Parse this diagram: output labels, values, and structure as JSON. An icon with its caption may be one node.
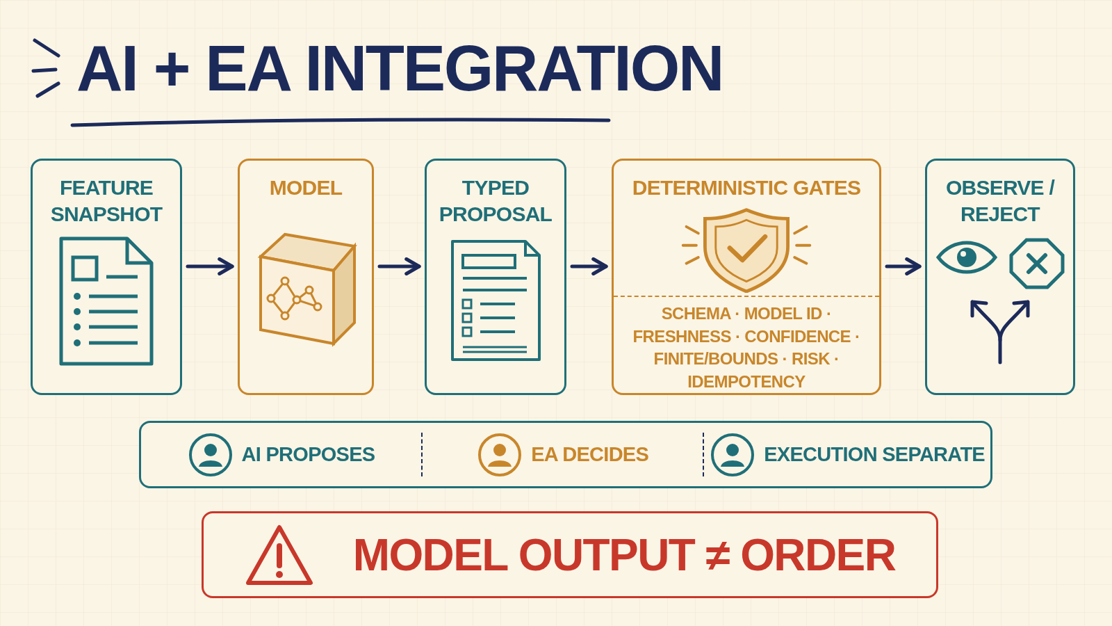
{
  "diagram": {
    "title": "AI + EA INTEGRATION",
    "nodes": [
      {
        "text": [
          "FEATURE SNAPSHOT"
        ]
      },
      {
        "text": [
          "MODEL"
        ]
      },
      {
        "text": [
          "TYPED PROPOSAL"
        ]
      },
      {
        "text": [
          "DETERMINISTIC GATES",
          "SCHEMA · MODEL ID · FRESHNESS · CONFIDENCE · FINITE/BOUNDS · RISK · IDEMPOTENCY"
        ]
      },
      {
        "text": [
          "OBSERVE / REJECT"
        ]
      },
      {
        "text": [
          "AI PROPOSES",
          "EA DECIDES",
          "EXECUTION SEPARATE"
        ]
      },
      {
        "text": [
          "MODEL OUTPUT ≠ ORDER"
        ]
      }
    ],
    "edges": [
      {
        "from": 0,
        "to": 1,
        "arrow": "to"
      },
      {
        "from": 1,
        "to": 2,
        "arrow": "to"
      },
      {
        "from": 2,
        "to": 3,
        "arrow": "to"
      },
      {
        "from": 3,
        "to": 4,
        "arrow": "to"
      }
    ]
  }
}
